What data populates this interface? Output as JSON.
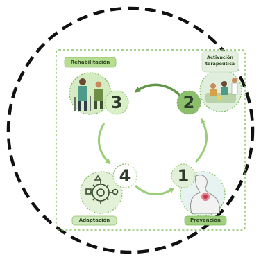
{
  "colors": {
    "frame_dash": "#111111",
    "inner_dash": "#8cc06a",
    "light_green": "#d5ecc2",
    "mid_green": "#9fcf7f",
    "dark_green": "#6fa656",
    "arrow_green": "#9acd78",
    "arrow_dark": "#5f9648",
    "label_text": "#2f4a22"
  },
  "labels": {
    "rehabilitation": "Rehabilitación",
    "activation": "Activación terapéutica",
    "adaptation": "Adaptación",
    "prevention": "Prevención"
  },
  "steps": {
    "one": "1",
    "two": "2",
    "three": "3",
    "four": "4"
  },
  "icons": {
    "rehab": "rehab-people-icon",
    "activation": "therapy-group-icon",
    "adaptation": "adaptation-gears-icon",
    "prevention": "body-outline-icon"
  }
}
